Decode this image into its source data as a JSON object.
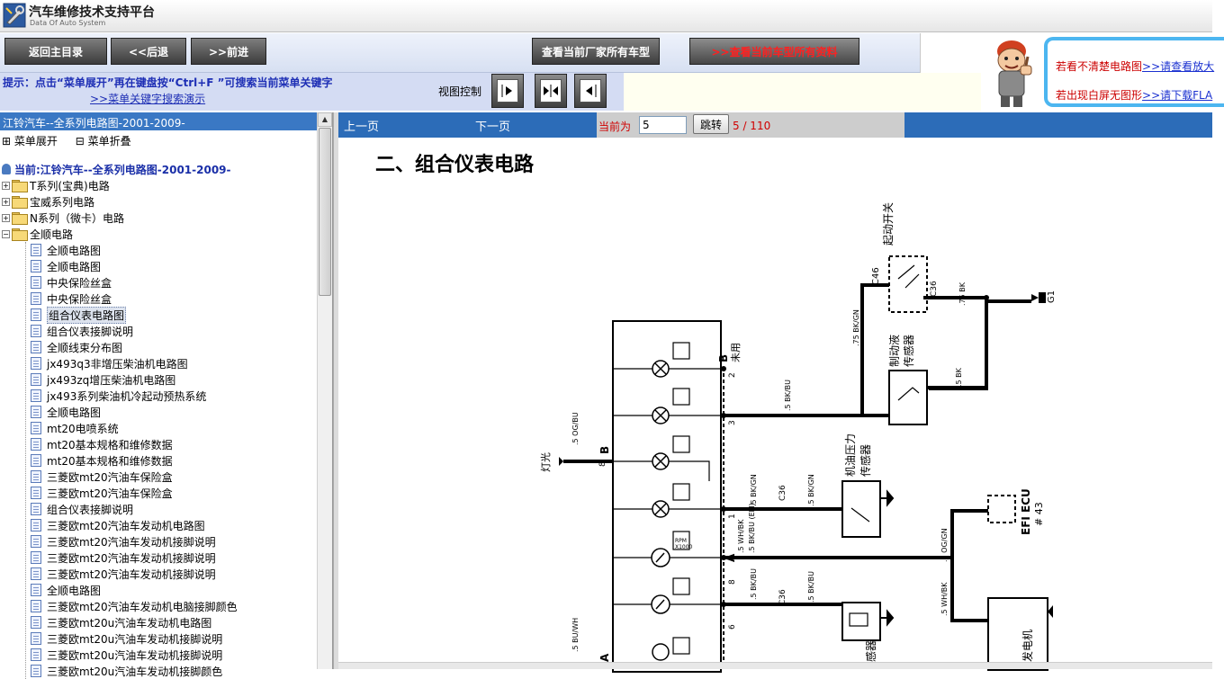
{
  "app": {
    "title": "汽车维修技术支持平台",
    "subtitle": "Data Of Auto System"
  },
  "toolbar": {
    "back_main": "返回主目录",
    "prev": "<<后退",
    "next": ">>前进",
    "view_maker_models": "查看当前厂家所有车型",
    "view_all_data": ">>查看当前车型所有资料"
  },
  "hint": {
    "text": "提示：点击“菜单展开”再在键盘按“Ctrl+F ”可搜索当前菜单关键字",
    "link": ">>菜单关键字搜索演示",
    "view_control": "视图控制"
  },
  "promo": {
    "line1_text": "若看不清楚电路图",
    "line1_link": ">>请查看放大",
    "line2_text": "若出现白屏无图形",
    "line2_link": ">>请下载FLA"
  },
  "left": {
    "header": "江铃汽车--全系列电路图-2001-2009-",
    "expand": "菜单展开",
    "collapse": "菜单折叠",
    "root": "当前:江铃汽车--全系列电路图-2001-2009-",
    "folders": [
      "T系列(宝典)电路",
      "宝威系列电路",
      "N系列（微卡）电路",
      "全顺电路"
    ],
    "items": [
      "全顺电路图",
      "全顺电路图",
      "中央保险丝盒",
      "中央保险丝盒",
      "组合仪表电路图",
      "组合仪表接脚说明",
      "全顺线束分布图",
      "jx493q3非增压柴油机电路图",
      "jx493zq增压柴油机电路图",
      "jx493系列柴油机冷起动预热系统",
      "全顺电路图",
      "mt20电喷系统",
      "mt20基本规格和维修数据",
      "mt20基本规格和维修数据",
      "三菱欧mt20汽油车保险盒",
      "三菱欧mt20汽油车保险盒",
      "组合仪表接脚说明",
      "三菱欧mt20汽油车发动机电路图",
      "三菱欧mt20汽油车发动机接脚说明",
      "三菱欧mt20汽油车发动机接脚说明",
      "三菱欧mt20汽油车发动机接脚说明",
      "全顺电路图",
      "三菱欧mt20汽油车发动机电脑接脚颜色",
      "三菱欧mt20u汽油车发动机电路图",
      "三菱欧mt20u汽油车发动机接脚说明",
      "三菱欧mt20u汽油车发动机接脚说明",
      "三菱欧mt20u汽油车发动机接脚颜色"
    ]
  },
  "nav": {
    "prev_page": "上一页",
    "next_page": "下一页",
    "current_label": "当前为",
    "current_value": "5",
    "jump": "跳转",
    "page_count": "5 / 110"
  },
  "diagram": {
    "title": "二、组合仪表电路",
    "labels": {
      "start_switch": "起动开关",
      "brake_fluid_sensor": "制动液\n传感器",
      "oil_pressure_sensor": "机油压力\n传感器",
      "efi_ecu": "EFI ECU",
      "efi_no": "# 43",
      "unused": "未用",
      "c36": "C36",
      "c46": "C46",
      "g1": "G1",
      "generator": "发电机",
      "sensor": "感器",
      "w_75bk": ".75 BK",
      "w_5bk": ".5 BK",
      "w_75bkgn": ".75 BK/GN",
      "w_5bkbu": ".5 BK/BU",
      "w_5bkgn": ".5 BK/GN",
      "w_5ogbu": ".5 OG/BU",
      "w_5oggn": ".5 OG/GN",
      "w_5whbk": ".5 WH/BK",
      "w_5buwh": ".5 BU/WH",
      "w_efi": ".5 BK/BU\n(EFI)",
      "pin_b": "B",
      "pin_a": "A",
      "light": "灯光",
      "p1": "1",
      "p2": "2",
      "p3": "3",
      "p6": "6",
      "p8": "8",
      "rpm": "RPM\nX1000"
    }
  }
}
